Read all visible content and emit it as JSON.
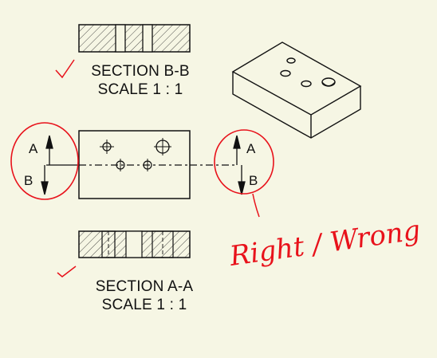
{
  "section_bb": {
    "title": "SECTION B-B",
    "scale": "SCALE 1 : 1"
  },
  "section_aa": {
    "title": "SECTION A-A",
    "scale": "SCALE 1 : 1"
  },
  "left_marker": {
    "top": "A",
    "bottom": "B"
  },
  "right_marker": {
    "top": "A",
    "bottom": "B"
  },
  "annotation": {
    "text": "Right / Wrong"
  },
  "colors": {
    "background": "#f6f6e4",
    "ink": "#111111",
    "markup": "#e8121b"
  }
}
